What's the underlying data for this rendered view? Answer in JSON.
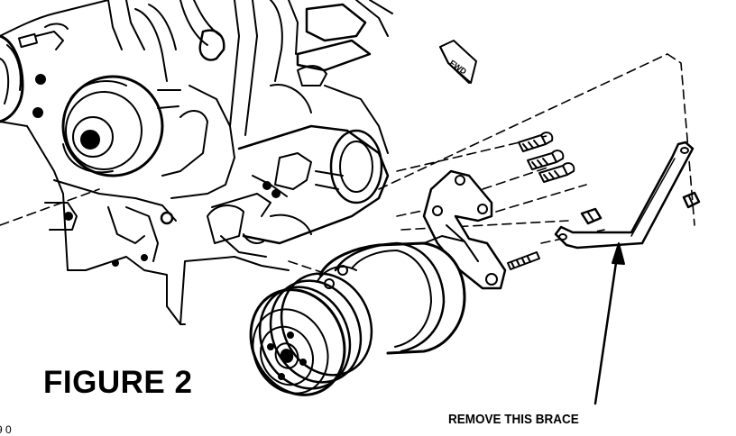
{
  "figure": {
    "title": "FIGURE 2"
  },
  "callout": {
    "text": "REMOVE THIS BRACE"
  },
  "direction_arrow": {
    "label": "FWD"
  },
  "corner_code": "9 0"
}
